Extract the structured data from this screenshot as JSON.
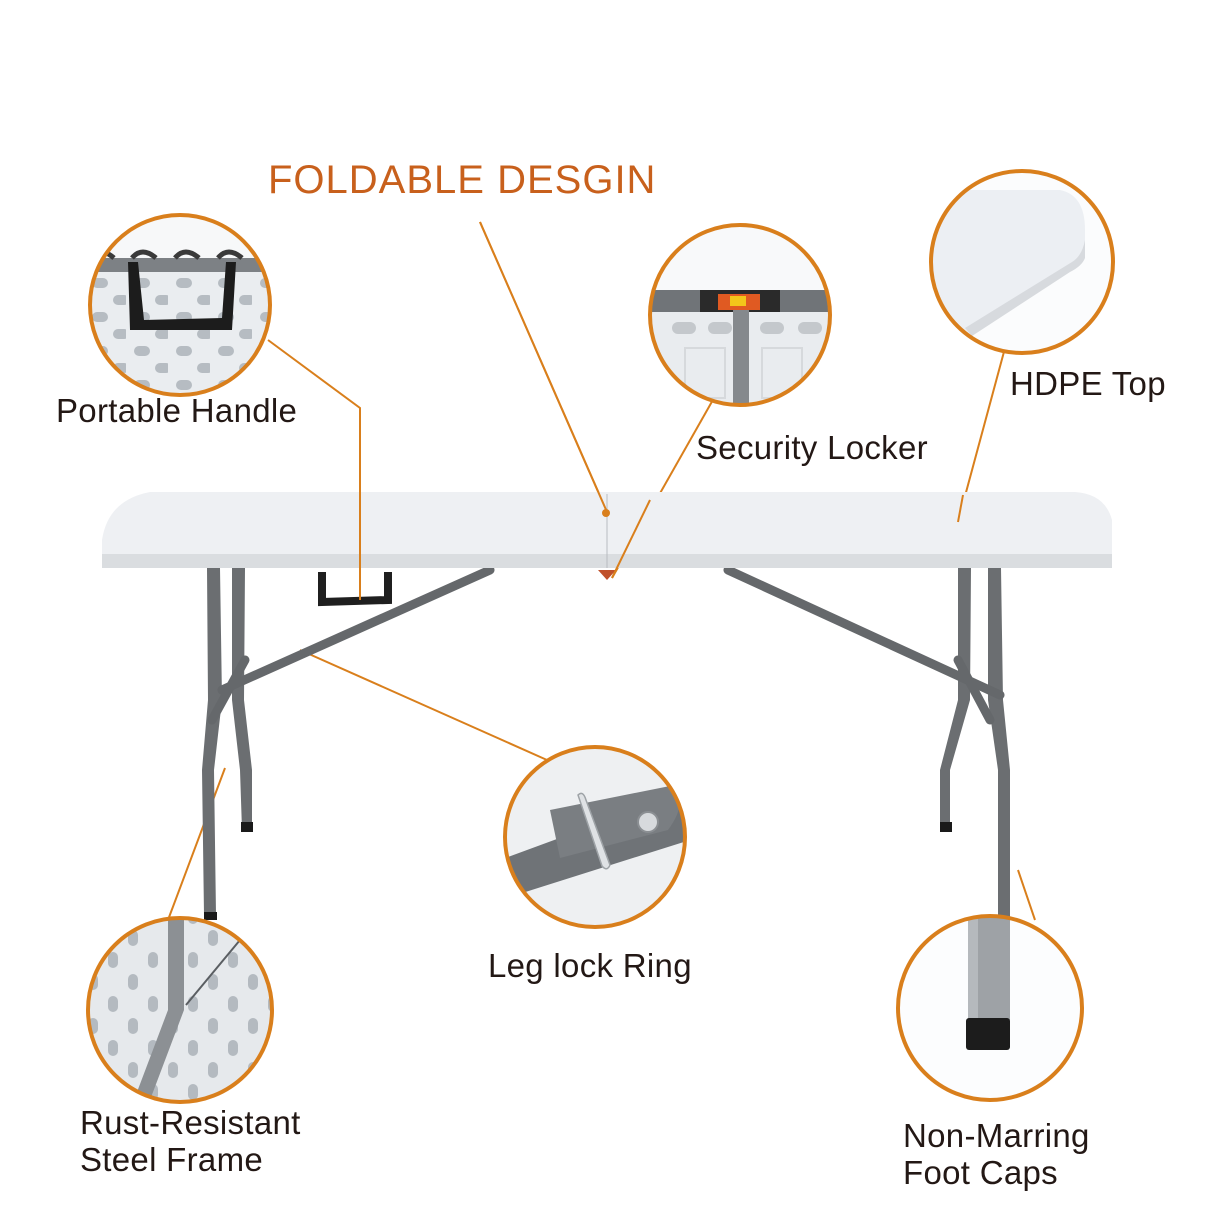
{
  "title": "FOLDABLE DESGIN",
  "accent_color": "#d97f1c",
  "title_color": "#c8601c",
  "text_color": "#231815",
  "features": [
    {
      "id": "portable-handle",
      "label": "Portable Handle"
    },
    {
      "id": "security-locker",
      "label": "Security Locker"
    },
    {
      "id": "hdpe-top",
      "label": "HDPE Top"
    },
    {
      "id": "leg-lock-ring",
      "label": "Leg lock Ring"
    },
    {
      "id": "steel-frame",
      "label_line1": "Rust-Resistant",
      "label_line2": "Steel Frame"
    },
    {
      "id": "foot-caps",
      "label_line1": "Non-Marring",
      "label_line2": "Foot Caps"
    }
  ]
}
